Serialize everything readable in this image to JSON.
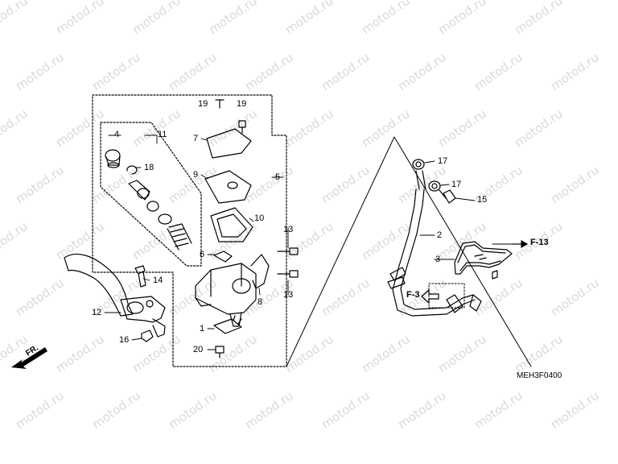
{
  "watermark": "motod.ru",
  "diagram_code": "MEH3F0400",
  "front_label": "FR.",
  "refs": {
    "f13": "F-13",
    "f3": "F-3"
  },
  "callouts": {
    "c1": "1",
    "c2": "2",
    "c3": "3",
    "c4": "4",
    "c5": "5",
    "c6": "6",
    "c7": "7",
    "c8": "8",
    "c9": "9",
    "c10": "10",
    "c11": "11",
    "c12": "12",
    "c13a": "13",
    "c13b": "13",
    "c14": "14",
    "c15": "15",
    "c16": "16",
    "c17a": "17",
    "c17b": "17",
    "c18": "18",
    "c19a": "19",
    "c19b": "19",
    "c20": "20"
  }
}
